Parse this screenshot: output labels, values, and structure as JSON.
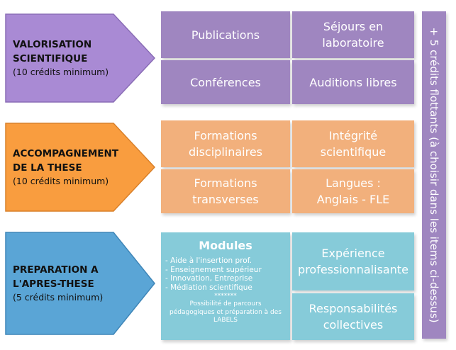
{
  "colors": {
    "purple": "#9f86c0",
    "orange": "#f2b07c",
    "blue": "#86cbd9",
    "arrow_purple": "#a98ad4",
    "arrow_orange": "#f99d3f",
    "arrow_blue": "#5aa5d6"
  },
  "rows": [
    {
      "arrow": {
        "title": "VALORISATION\nSCIENTIFIQUE",
        "subtitle": "(10 crédits minimum)"
      },
      "boxes": [
        "Publications",
        "Séjours en\nlaboratoire",
        "Conférences",
        "Auditions libres"
      ]
    },
    {
      "arrow": {
        "title": "ACCOMPAGNEMENT\nDE LA THESE",
        "subtitle": "(10 crédits minimum)"
      },
      "boxes": [
        "Formations\ndisciplinaires",
        "Intégrité\nscientifique",
        "Formations\ntransverses",
        "Langues :\nAnglais - FLE"
      ]
    },
    {
      "arrow": {
        "title": "PREPARATION A\nL'APRES-THESE",
        "subtitle": "(5 crédits minimum)"
      },
      "modules": {
        "title": "Modules",
        "items": [
          "- Aide à l'insertion prof.",
          "- Enseignement  supérieur",
          "- Innovation, Entreprise",
          "- Médiation scientifique"
        ],
        "stars": "*******",
        "note": "Possibilité de parcours\npédagogiques et préparation à des\nLABELS"
      },
      "boxes": [
        "Expérience\nprofessionnalisante",
        "Responsabilités\ncollectives"
      ]
    }
  ],
  "sidebar": {
    "text": "+ 5 crédits flottants (à choisir dans les items ci-dessus)"
  }
}
